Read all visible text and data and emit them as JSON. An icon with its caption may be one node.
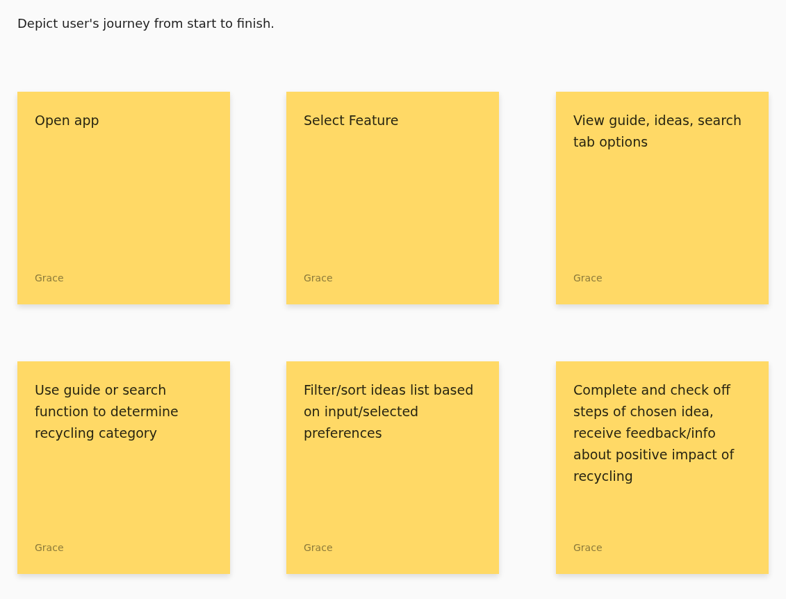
{
  "diagram": {
    "title": "Depict user's journey from start to finish.",
    "nodes": [
      {
        "text": [
          "Open app",
          "Grace"
        ]
      },
      {
        "text": [
          "Select Feature",
          "Grace"
        ]
      },
      {
        "text": [
          "View guide, ideas, search tab options",
          "Grace"
        ]
      },
      {
        "text": [
          "Use guide or search function to determine recycling category",
          "Grace"
        ]
      },
      {
        "text": [
          "Filter/sort ideas list based on input/selected preferences",
          "Grace"
        ]
      },
      {
        "text": [
          "Complete and check off steps of chosen idea, receive feedback/info about positive impact of recycling",
          "Grace"
        ]
      }
    ]
  }
}
